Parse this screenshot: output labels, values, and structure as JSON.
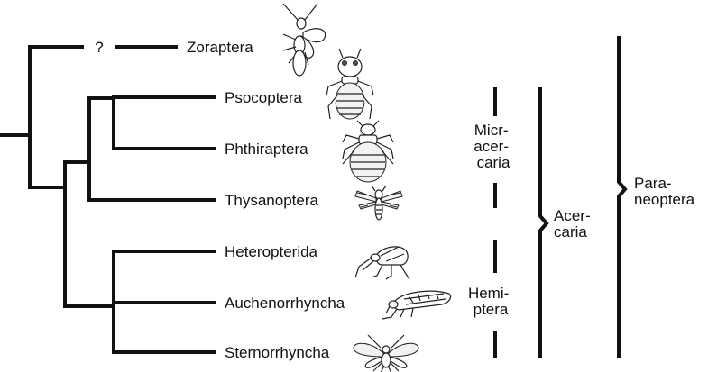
{
  "taxa": {
    "zoraptera": "Zoraptera",
    "psocoptera": "Psocoptera",
    "phthiraptera": "Phthiraptera",
    "thysanoptera": "Thysanoptera",
    "heteropterida": "Heteropterida",
    "auchenorrhyncha": "Auchenorrhyncha",
    "sternorrhyncha": "Sternorrhyncha"
  },
  "uncertain_mark": "?",
  "groups": {
    "micracercaria": [
      "Micr-",
      "acer-",
      "caria"
    ],
    "hemiptera": [
      "Hemi-",
      "ptera"
    ],
    "acercaria": [
      "Acer-",
      "caria"
    ],
    "paraneoptera": [
      "Para-",
      "neoptera"
    ]
  },
  "icons": {
    "zoraptera": "winged-insect-icon",
    "psocoptera": "booklouse-icon",
    "phthiraptera": "louse-icon",
    "thysanoptera": "thrips-icon",
    "heteropterida": "true-bug-icon",
    "auchenorrhyncha": "leafhopper-icon",
    "sternorrhyncha": "aphid-icon"
  }
}
